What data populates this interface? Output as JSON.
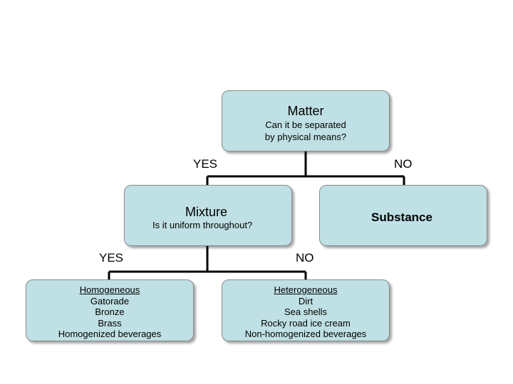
{
  "diagram": {
    "matter": {
      "title": "Matter",
      "question_line1": "Can it be separated",
      "question_line2": "by physical means?"
    },
    "matter_yes": "YES",
    "matter_no": "NO",
    "mixture": {
      "title": "Mixture",
      "question": "Is it uniform throughout?"
    },
    "substance": {
      "title": "Substance"
    },
    "mixture_yes": "YES",
    "mixture_no": "NO",
    "homogeneous": {
      "heading": "Homogeneous",
      "items": [
        "Gatorade",
        "Bronze",
        "Brass",
        "Homogenized beverages"
      ]
    },
    "heterogeneous": {
      "heading": "Heterogeneous",
      "items": [
        "Dirt",
        "Sea shells",
        "Rocky road ice cream",
        "Non-homogenized beverages"
      ]
    }
  }
}
